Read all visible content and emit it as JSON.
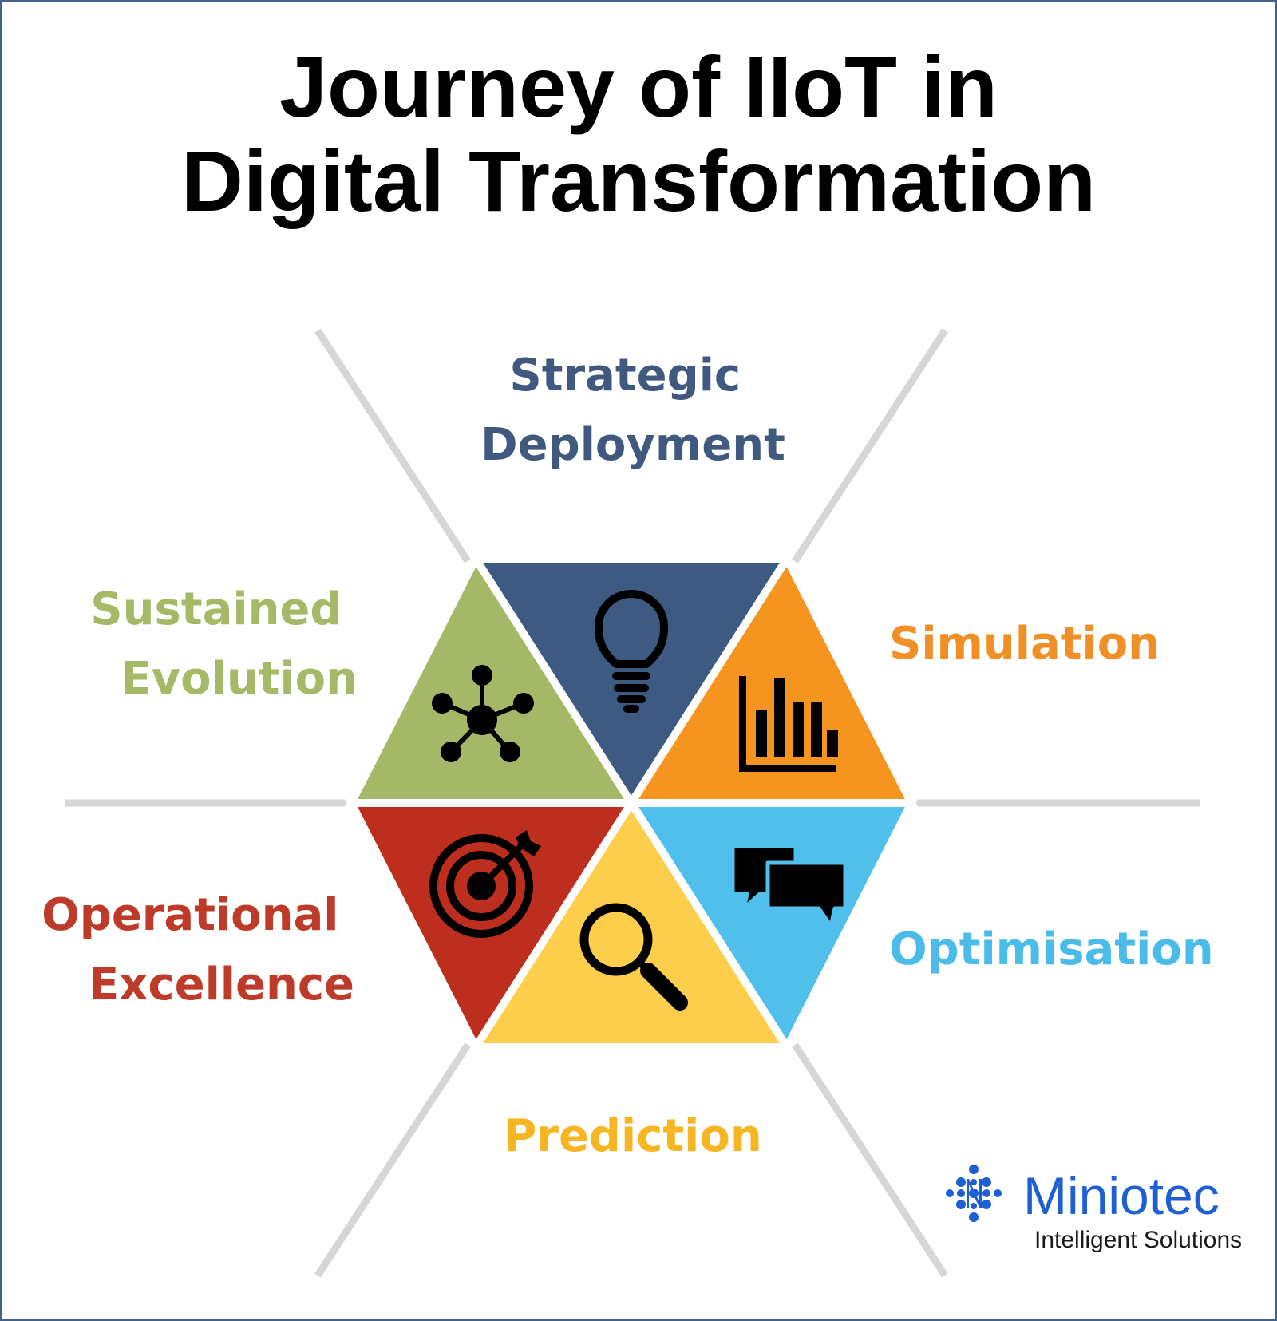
{
  "title": {
    "line1": "Journey of IIoT in",
    "line2": "Digital Transformation"
  },
  "stages": [
    {
      "id": "strategic",
      "lines": [
        "Strategic",
        "Deployment"
      ],
      "color": "#3e5a82",
      "label_color": "#41597f",
      "icon": "lightbulb-icon"
    },
    {
      "id": "simulation",
      "lines": [
        "Simulation"
      ],
      "color": "#f5951f",
      "label_color": "#f08f25",
      "icon": "bar-chart-icon"
    },
    {
      "id": "optimisation",
      "lines": [
        "Optimisation"
      ],
      "color": "#50bfec",
      "label_color": "#4bbbea",
      "icon": "chat-bubbles-icon"
    },
    {
      "id": "prediction",
      "lines": [
        "Prediction"
      ],
      "color": "#fdcd4c",
      "label_color": "#f6b624",
      "icon": "magnifier-icon"
    },
    {
      "id": "operational",
      "lines": [
        "Operational",
        "Excellence"
      ],
      "color": "#bd2e1e",
      "label_color": "#bd3b28",
      "icon": "target-icon"
    },
    {
      "id": "sustained",
      "lines": [
        "Sustained",
        "Evolution"
      ],
      "color": "#a5b867",
      "label_color": "#a5b967",
      "icon": "network-hub-icon"
    }
  ],
  "brand": {
    "name": "Miniotec",
    "tagline": "Intelligent Solutions",
    "color": "#1e5fd4"
  }
}
